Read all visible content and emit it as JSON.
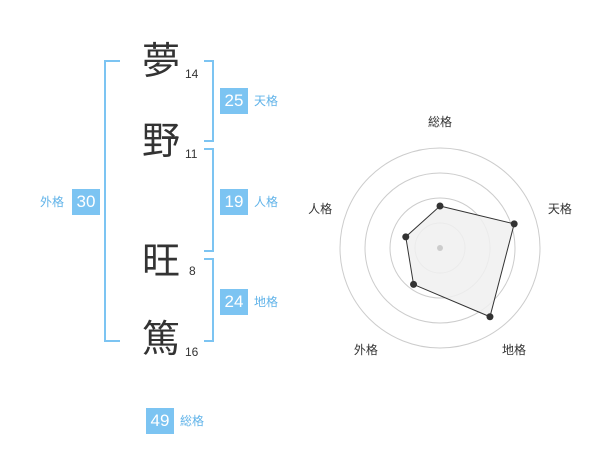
{
  "name": {
    "chars": [
      {
        "char": "夢",
        "strokes": "14"
      },
      {
        "char": "野",
        "strokes": "11"
      },
      {
        "char": "旺",
        "strokes": "8"
      },
      {
        "char": "篤",
        "strokes": "16"
      }
    ]
  },
  "fortunes": {
    "tenkaku": {
      "value": "25",
      "label": "天格"
    },
    "jinkaku": {
      "value": "19",
      "label": "人格"
    },
    "chikaku": {
      "value": "24",
      "label": "地格"
    },
    "gaikaku": {
      "value": "30",
      "label": "外格"
    },
    "soukaku": {
      "value": "49",
      "label": "総格"
    }
  },
  "chart_data": {
    "type": "radar",
    "axes": [
      "総格",
      "天格",
      "地格",
      "外格",
      "人格"
    ],
    "values": [
      0.42,
      0.78,
      0.85,
      0.45,
      0.36
    ],
    "max": 1,
    "rings": 4,
    "colors": {
      "fill": "#f0f0f0",
      "stroke": "#333333",
      "grid": "#cccccc",
      "center": "#cccccc"
    }
  },
  "colors": {
    "accent": "#7cc4f2",
    "label": "#60b3e9"
  }
}
